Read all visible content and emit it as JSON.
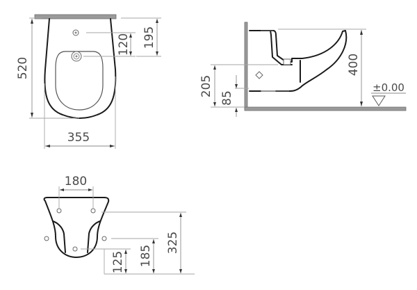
{
  "drawing": {
    "subject": "wall-hung bidet technical drawing",
    "units": "mm",
    "colors": {
      "outline": "#1a1a1a",
      "dimension_line": "#8a8a8a",
      "wall_fill": "#9a9a9a",
      "text": "#4a4a4a",
      "background": "#ffffff"
    }
  },
  "top_view": {
    "dimensions": {
      "overall_depth": "520",
      "overall_width": "355",
      "tap_hole_from_wall": "120",
      "waste_from_wall": "195"
    }
  },
  "side_view": {
    "dimensions": {
      "rim_height": "400",
      "waste_outlet_height": "205",
      "fixing_height": "85"
    },
    "floor_level_label": "±0.00"
  },
  "rear_view": {
    "dimensions": {
      "fixing_hole_spacing": "180",
      "lower_hole_height": "125",
      "side_hole_height": "185",
      "upper_hole_height": "325"
    }
  }
}
